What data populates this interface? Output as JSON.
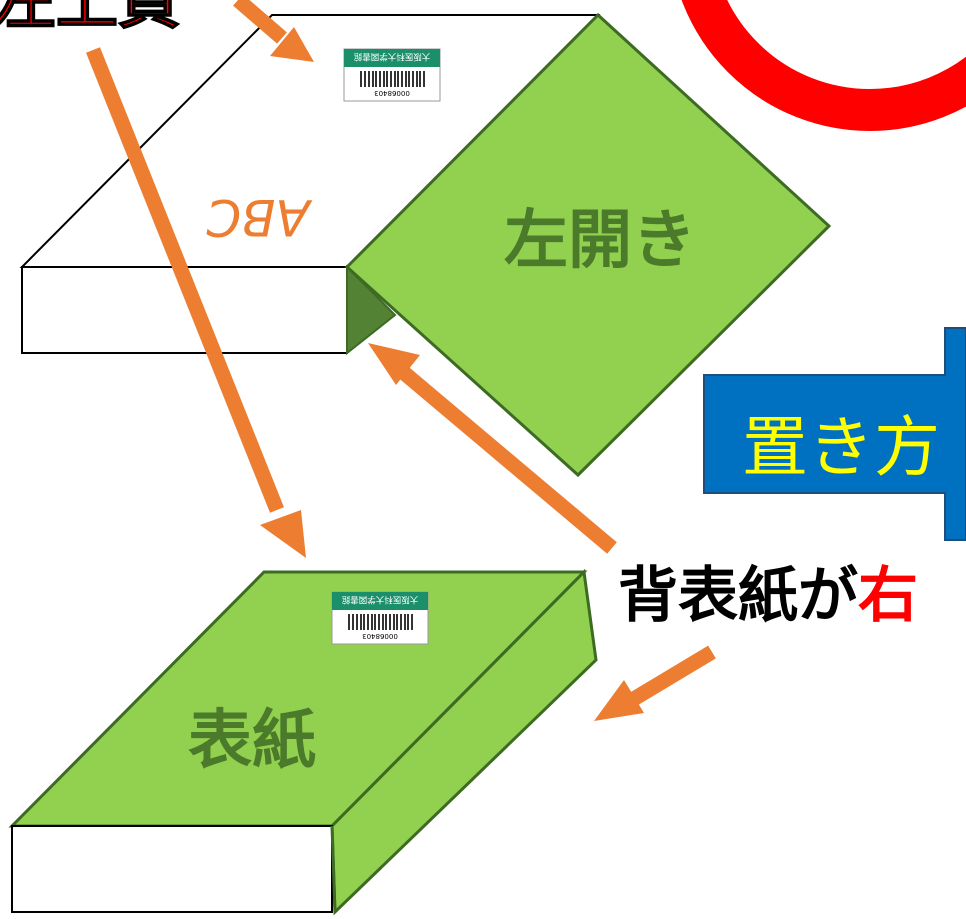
{
  "top_left_label": "左上頁",
  "cover_open_label": "左開き",
  "mirrored_title": "ABC",
  "placement_label": "置き方",
  "spine_note": {
    "prefix": "背表紙が",
    "highlight": "右"
  },
  "cover_label": "表紙",
  "barcode_sticker": {
    "number": "00068403",
    "library": "大阪医科大学図書館"
  },
  "colors": {
    "green": "#92d050",
    "green_dark_edge": "#3d6b23",
    "green_text": "#4a7a2a",
    "arrow_orange": "#ed7d31",
    "red": "#ff0000",
    "blue": "#0070c0",
    "yellow_text": "#ffff00"
  }
}
